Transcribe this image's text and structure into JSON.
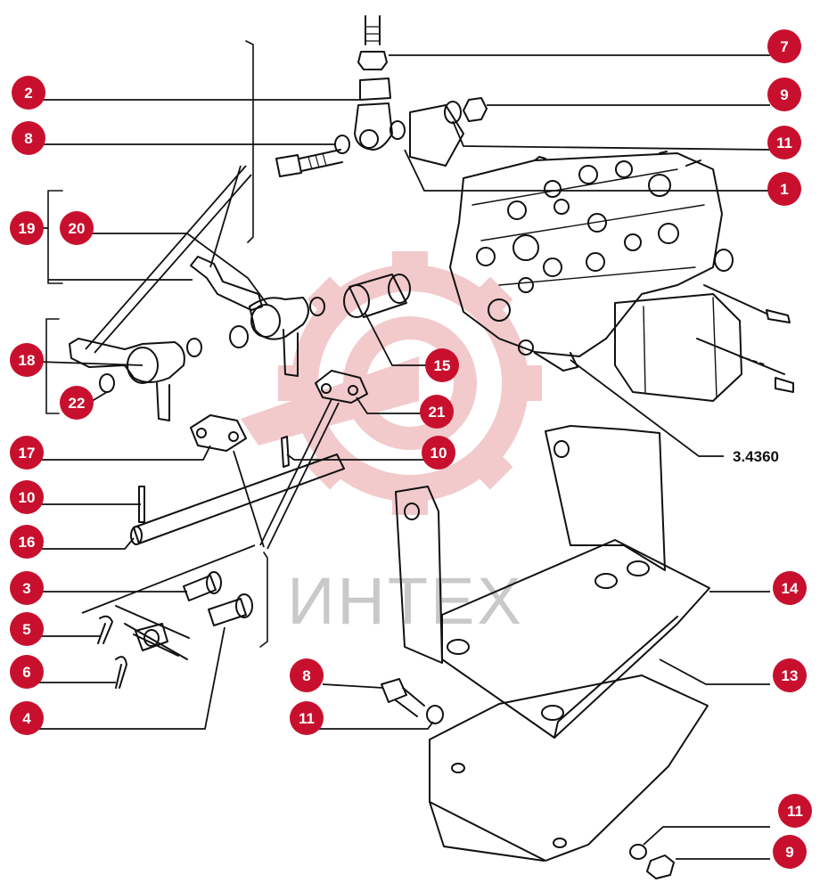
{
  "diagram": {
    "watermark_text": "ИНТЕХ",
    "catalog_ref": "3.4360",
    "colors": {
      "callout_fill": "#c8102e",
      "callout_text": "#ffffff",
      "line": "#111111",
      "watermark": "#e9a0a4",
      "watermark_text": "#c9c9c9"
    },
    "callouts": [
      {
        "id": "c7",
        "text": "7"
      },
      {
        "id": "c2",
        "text": "2"
      },
      {
        "id": "c9a",
        "text": "9"
      },
      {
        "id": "c8a",
        "text": "8"
      },
      {
        "id": "c11a",
        "text": "11"
      },
      {
        "id": "c1",
        "text": "1"
      },
      {
        "id": "c19",
        "text": "19"
      },
      {
        "id": "c20",
        "text": "20"
      },
      {
        "id": "c18",
        "text": "18"
      },
      {
        "id": "c22",
        "text": "22"
      },
      {
        "id": "c15",
        "text": "15"
      },
      {
        "id": "c21",
        "text": "21"
      },
      {
        "id": "c17",
        "text": "17"
      },
      {
        "id": "c10a",
        "text": "10"
      },
      {
        "id": "c10b",
        "text": "10"
      },
      {
        "id": "c16",
        "text": "16"
      },
      {
        "id": "c14",
        "text": "14"
      },
      {
        "id": "c3",
        "text": "3"
      },
      {
        "id": "c5",
        "text": "5"
      },
      {
        "id": "c6",
        "text": "6"
      },
      {
        "id": "c13",
        "text": "13"
      },
      {
        "id": "c8b",
        "text": "8"
      },
      {
        "id": "c4",
        "text": "4"
      },
      {
        "id": "c11b",
        "text": "11"
      },
      {
        "id": "c11c",
        "text": "11"
      },
      {
        "id": "c9b",
        "text": "9"
      }
    ]
  }
}
